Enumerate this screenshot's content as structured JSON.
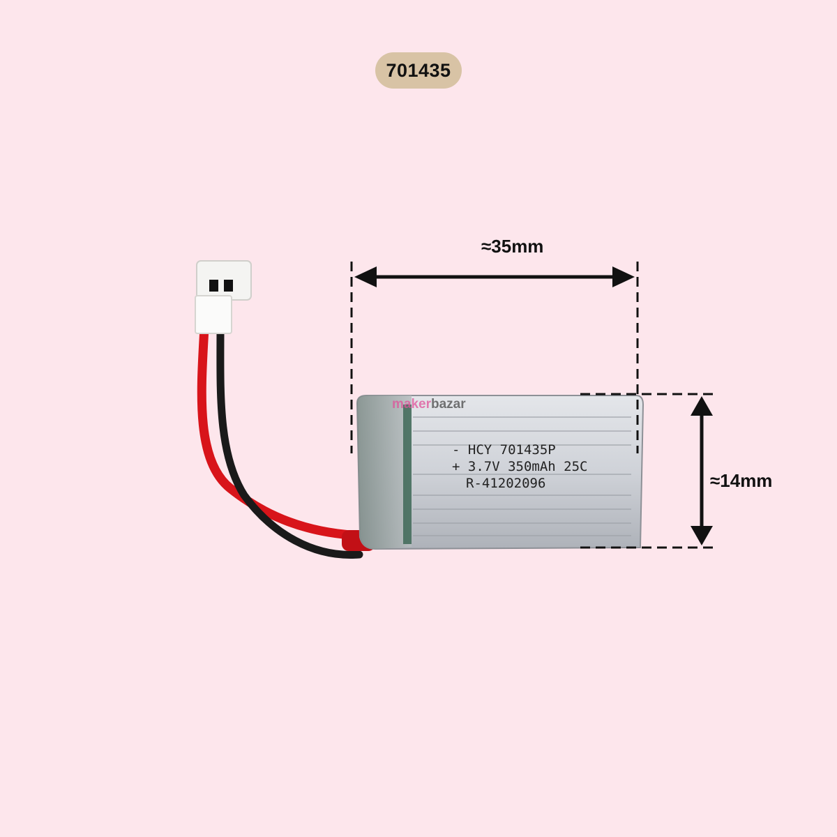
{
  "badge": {
    "text": "701435",
    "color": "#d8c3a5"
  },
  "dimensions": {
    "width_label": "≈35mm",
    "height_label": "≈14mm"
  },
  "watermark": {
    "part1": "maker",
    "part2": "bazar"
  },
  "battery_label": {
    "line1": "- HCY 701435P",
    "line2": "+ 3.7V 350mAh 25C",
    "line3": "R-41202096"
  },
  "colors": {
    "background": "#fde6ec",
    "wire_red": "#d8141a",
    "wire_black": "#1a1a1a",
    "cell_silver": "#c9ccd2"
  }
}
